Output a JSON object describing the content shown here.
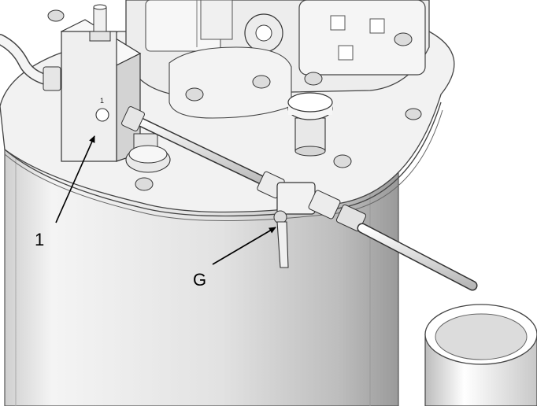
{
  "callouts": {
    "one": "1",
    "g": "G"
  },
  "block_marking": "1"
}
